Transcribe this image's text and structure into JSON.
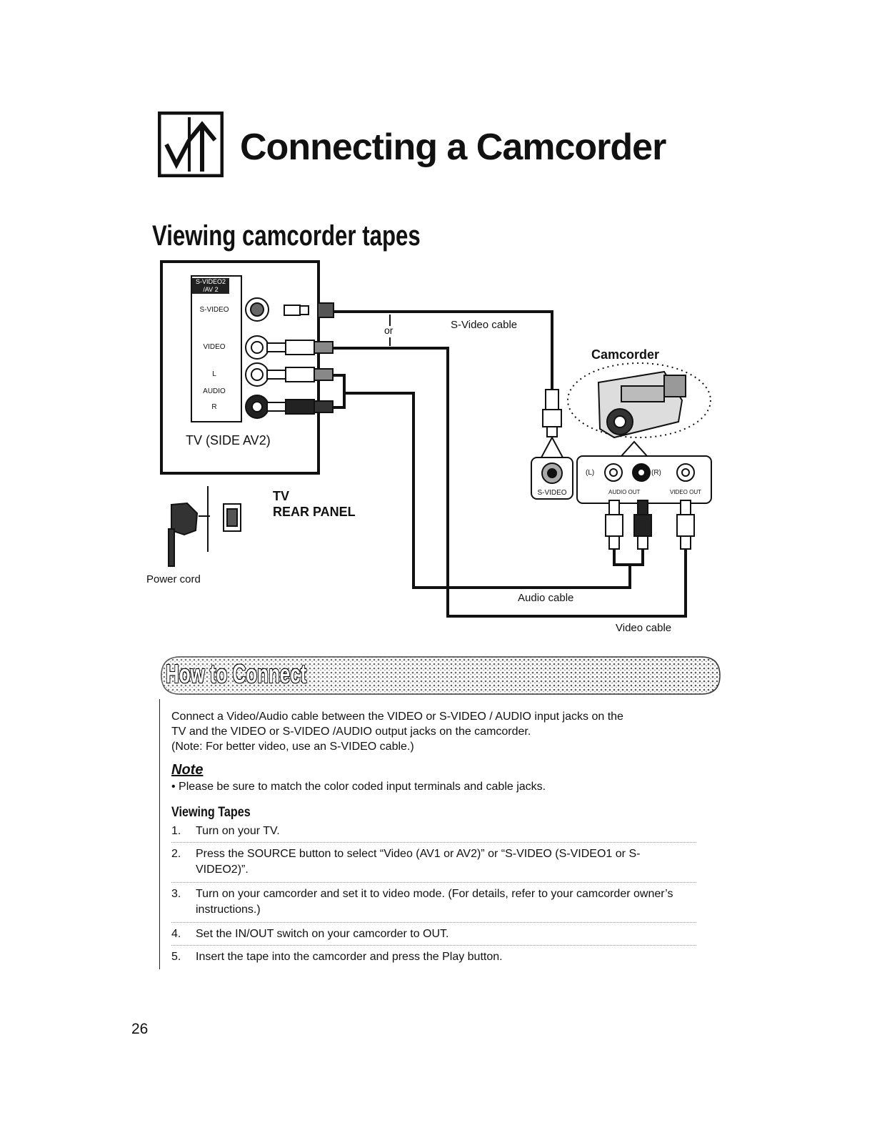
{
  "header": {
    "title": "Connecting a Camcorder",
    "icon": "connection-arrows-icon"
  },
  "section": {
    "title": "Viewing camcorder tapes"
  },
  "diagram": {
    "tv_side_tag": "S-VIDEO2 / AV 2",
    "tv_side_tag_line1": "S-VIDEO2",
    "tv_side_tag_line2": "/AV 2",
    "jack_svideo": "S-VIDEO",
    "jack_video": "VIDEO",
    "jack_l": "L",
    "jack_audio": "AUDIO",
    "jack_r": "R",
    "tv_side_label": "TV (SIDE AV2)",
    "or_label": "or",
    "svideo_cable": "S-Video cable",
    "camcorder_label": "Camcorder",
    "cam_svideo": "S-VIDEO",
    "cam_l": "(L)",
    "cam_r": "(R)",
    "cam_audio_out": "AUDIO OUT",
    "cam_video_out": "VIDEO OUT",
    "tv_rear_line1": "TV",
    "tv_rear_line2": "REAR PANEL",
    "power_cord": "Power cord",
    "audio_cable": "Audio cable",
    "video_cable": "Video cable"
  },
  "how_to_connect": {
    "title": "How to Connect",
    "intro_line1": "Connect a Video/Audio cable between the VIDEO or S-VIDEO / AUDIO input jacks on the",
    "intro_line2": "TV and the VIDEO or S-VIDEO /AUDIO output jacks on the camcorder.",
    "intro_line3": "(Note: For better video, use an S-VIDEO cable.)",
    "note_title": "Note",
    "note_item": "•  Please be sure to match the color coded input terminals and cable jacks.",
    "viewing_title": "Viewing Tapes",
    "steps": [
      {
        "num": "1.",
        "text": "Turn on your TV."
      },
      {
        "num": "2.",
        "text": "Press the SOURCE button to select “Video (AV1 or AV2)” or “S-VIDEO (S-VIDEO1 or S-VIDEO2)”."
      },
      {
        "num": "3.",
        "text": "Turn on your camcorder and set it to video mode. (For details, refer to your camcorder owner’s instructions.)"
      },
      {
        "num": "4.",
        "text": "Set the IN/OUT switch on your camcorder to OUT."
      },
      {
        "num": "5.",
        "text": "Insert the tape into the camcorder and press the Play button."
      }
    ]
  },
  "footer": {
    "page_number": "26"
  }
}
